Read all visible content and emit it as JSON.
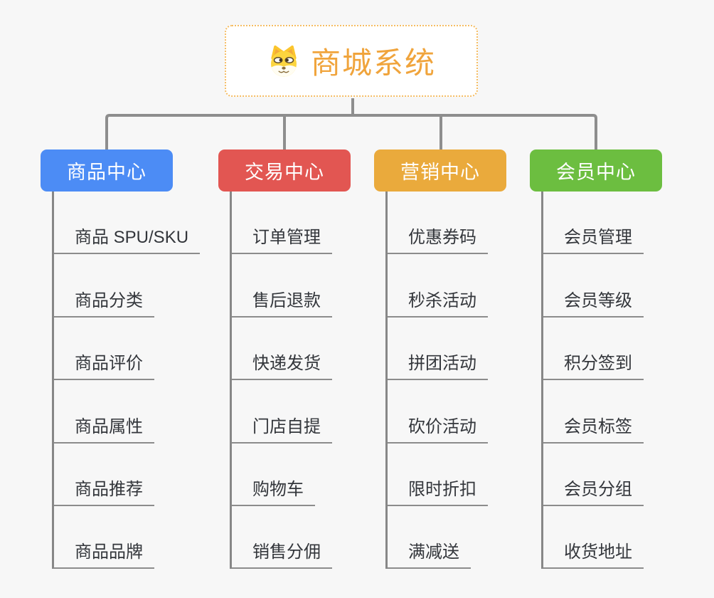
{
  "page": {
    "background": "#f7f7f7",
    "connector_color": "#8e8e8e"
  },
  "root": {
    "label": "商城系统",
    "icon": "dog-face-icon",
    "text_color": "#f0a43c",
    "border_color": "#f5bd63",
    "background": "#ffffff"
  },
  "branches": [
    {
      "label": "商品中心",
      "color": "#4c8cf5",
      "children": [
        "商品 SPU/SKU",
        "商品分类",
        "商品评价",
        "商品属性",
        "商品推荐",
        "商品品牌"
      ]
    },
    {
      "label": "交易中心",
      "color": "#e25652",
      "children": [
        "订单管理",
        "售后退款",
        "快递发货",
        "门店自提",
        "购物车",
        "销售分佣"
      ]
    },
    {
      "label": "营销中心",
      "color": "#eaaa3c",
      "children": [
        "优惠券码",
        "秒杀活动",
        "拼团活动",
        "砍价活动",
        "限时折扣",
        "满减送"
      ]
    },
    {
      "label": "会员中心",
      "color": "#6cbe40",
      "children": [
        "会员管理",
        "会员等级",
        "积分签到",
        "会员标签",
        "会员分组",
        "收货地址"
      ]
    }
  ]
}
